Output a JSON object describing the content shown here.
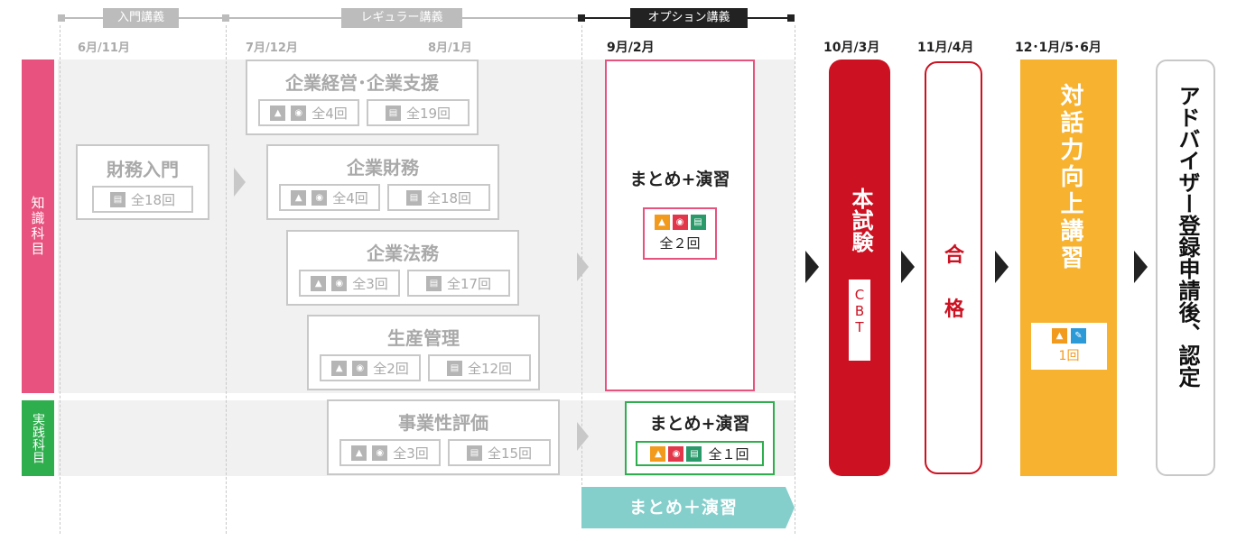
{
  "phases": {
    "intro": "入門講義",
    "regular": "レギュラー講義",
    "option": "オプション講義"
  },
  "dates": {
    "d1": "6月/11月",
    "d2": "7月/12月",
    "d3": "8月/1月",
    "d4": "9月/2月",
    "d5": "10月/3月",
    "d6": "11月/4月",
    "d7": "12･1月/5･6月"
  },
  "rows": {
    "knowledge": "知識科目",
    "practice": "実践科目"
  },
  "courses": {
    "zaimu_nyumon": {
      "title": "財務入門",
      "vod": "全18回"
    },
    "keiei": {
      "title": "企業経営･企業支援",
      "live": "全4回",
      "vod": "全19回"
    },
    "zaimu": {
      "title": "企業財務",
      "live": "全4回",
      "vod": "全18回"
    },
    "houmu": {
      "title": "企業法務",
      "live": "全3回",
      "vod": "全17回"
    },
    "seisan": {
      "title": "生産管理",
      "live": "全2回",
      "vod": "全12回"
    },
    "jigyou": {
      "title": "事業性評価",
      "live": "全3回",
      "vod": "全15回"
    }
  },
  "option": {
    "knowledge_title": "まとめ+演習",
    "knowledge_count": "全２回",
    "practice_title": "まとめ+演習",
    "practice_count": "全１回",
    "bottom_banner": "まとめ＋演習"
  },
  "exam": {
    "title": "本試験",
    "sub": "CBT"
  },
  "pass": {
    "title": "合格"
  },
  "dialogue": {
    "title": "対話力向上講習",
    "count": "1回"
  },
  "final": {
    "title": "アドバイザー登録申請後、認定"
  },
  "colors": {
    "pink": "#e7527e",
    "green": "#2fae4e",
    "red": "#cc1222",
    "yellow": "#f7b22f",
    "teal": "#84cfcc",
    "gray": "#c8c8c8"
  },
  "icons": [
    "live-lecture-icon",
    "web-class-icon",
    "video-lecture-icon",
    "text-workbook-icon"
  ]
}
